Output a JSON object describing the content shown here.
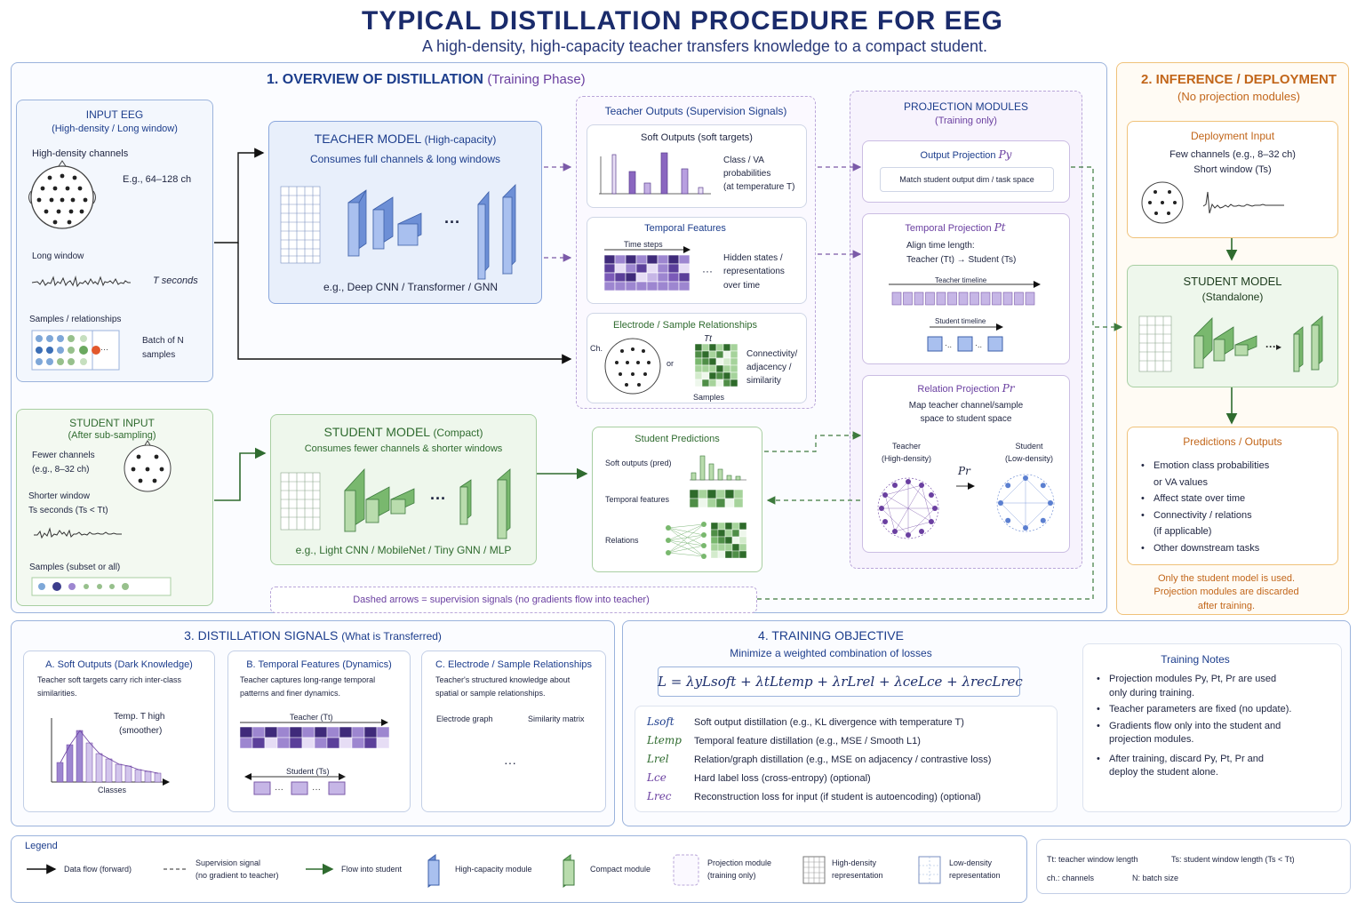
{
  "header": {
    "title": "TYPICAL DISTILLATION PROCEDURE FOR EEG",
    "subtitle": "A high-density, high-capacity teacher transfers knowledge to a compact student."
  },
  "overview": {
    "title": "1. OVERVIEW OF DISTILLATION",
    "phase": "(Training Phase)"
  },
  "input_eeg": {
    "title": "INPUT EEG",
    "sub": "(High-density / Long window)",
    "hd": "High-density channels",
    "eg": "E.g., 64–128 ch",
    "lw": "Long window",
    "tsec": "T seconds",
    "samples": "Samples / relationships",
    "batch1": "Batch of N",
    "batch2": "samples"
  },
  "teacher": {
    "title": "TEACHER MODEL",
    "cap": "(High-capacity)",
    "consumes": "Consumes full channels & long windows",
    "eg": "e.g., Deep CNN / Transformer / GNN",
    "dots": "···"
  },
  "teacher_outputs": {
    "title": "Teacher Outputs (Supervision Signals)",
    "soft": {
      "title": "Soft Outputs (soft targets)",
      "l1": "Class / VA",
      "l2": "probabilities",
      "l3": "(at temperature T)"
    },
    "temporal": {
      "title": "Temporal Features",
      "steps": "Time steps",
      "l1": "Hidden states /",
      "l2": "representations",
      "l3": "over time",
      "dots": "···"
    },
    "rel": {
      "title": "Electrode / Sample Relationships",
      "tt": "Tt",
      "ch": "Ch.",
      "or": "or",
      "l1": "Connectivity/",
      "l2": "adjacency /",
      "l3": "similarity",
      "samples": "Samples"
    }
  },
  "projection": {
    "title": "PROJECTION MODULES",
    "sub": "(Training only)",
    "out": {
      "title": "Output Projection",
      "sym": "Py",
      "desc": "Match student output dim / task space"
    },
    "temp": {
      "title": "Temporal Projection",
      "sym": "Pt",
      "l1": "Align time length:",
      "l2": "Teacher (Tt) → Student (Ts)",
      "tl": "Teacher timeline",
      "sl": "Student timeline"
    },
    "rel": {
      "title": "Relation Projection",
      "sym": "Pr",
      "l1": "Map teacher channel/sample",
      "l2": "space to student space",
      "teacher": "Teacher",
      "teacher2": "(High-density)",
      "student": "Student",
      "student2": "(Low-density)",
      "pr": "Pr"
    }
  },
  "student_input": {
    "title": "STUDENT INPUT",
    "sub": "(After sub-sampling)",
    "fc": "Fewer channels",
    "eg": "(e.g., 8–32 ch)",
    "sw": "Shorter window",
    "ts": "Ts seconds (Ts < Tt)",
    "samples": "Samples (subset or all)",
    "dots": "···"
  },
  "student": {
    "title": "STUDENT MODEL",
    "cap": "(Compact)",
    "consumes": "Consumes fewer channels & shorter windows",
    "eg": "e.g., Light CNN / MobileNet / Tiny GNN / MLP",
    "dots": "···"
  },
  "predictions": {
    "title": "Student Predictions",
    "soft": "Soft outputs (pred)",
    "temp": "Temporal features",
    "rel": "Relations"
  },
  "dashed_note": "Dashed arrows = supervision signals (no gradients flow into teacher)",
  "inference": {
    "title": "2. INFERENCE / DEPLOYMENT",
    "sub": "(No projection modules)",
    "dep": {
      "title": "Deployment Input",
      "l1": "Few channels (e.g., 8–32 ch)",
      "l2": "Short window (Ts)"
    },
    "stu": {
      "title": "STUDENT MODEL",
      "sub": "(Standalone)"
    },
    "pred": {
      "title": "Predictions / Outputs",
      "items": [
        "Emotion class probabilities",
        "or VA values",
        "Affect state over time",
        "Connectivity / relations",
        "(if applicable)",
        "Other downstream tasks"
      ]
    },
    "note": [
      "Only the student model is used.",
      "Projection modules are discarded",
      "after training."
    ]
  },
  "signals": {
    "title": "3. DISTILLATION SIGNALS",
    "what": "(What is Transferred)",
    "a": {
      "title": "A. Soft Outputs (Dark Knowledge)",
      "l1": "Teacher soft targets carry rich inter-class",
      "l2": "similarities.",
      "temp1": "Temp. T high",
      "temp2": "(smoother)",
      "classes": "Classes"
    },
    "b": {
      "title": "B. Temporal Features (Dynamics)",
      "l1": "Teacher captures long-range temporal",
      "l2": "patterns and finer dynamics.",
      "teacher": "Teacher (Tt)",
      "student": "Student (Ts)"
    },
    "c": {
      "title": "C. Electrode / Sample Relationships",
      "l1": "Teacher's structured knowledge about",
      "l2": "spatial or sample relationships.",
      "graph": "Electrode graph",
      "matrix": "Similarity matrix",
      "dots": "···"
    }
  },
  "objective": {
    "title": "4. TRAINING OBJECTIVE",
    "sub": "Minimize a weighted combination of losses",
    "formula": "L = λyLsoft + λtLtemp + λrLrel + λceLce + λrecLrec",
    "losses": [
      {
        "sym": "Lsoft",
        "desc": "Soft output distillation (e.g., KL divergence with temperature T)"
      },
      {
        "sym": "Ltemp",
        "desc": "Temporal feature distillation (e.g., MSE / Smooth L1)"
      },
      {
        "sym": "Lrel",
        "desc": "Relation/graph distillation (e.g., MSE on adjacency / contrastive loss)"
      },
      {
        "sym": "Lce",
        "desc": "Hard label loss (cross-entropy)  (optional)"
      },
      {
        "sym": "Lrec",
        "desc": "Reconstruction loss for input (if student is autoencoding)  (optional)"
      }
    ]
  },
  "notes": {
    "title": "Training Notes",
    "items": [
      "Projection modules Py, Pt, Pr are used",
      "only during training.",
      "Teacher parameters are fixed (no update).",
      "Gradients flow only into the student and",
      "projection modules.",
      "After training, discard Py, Pt, Pr and",
      "deploy the student alone."
    ]
  },
  "legend": {
    "title": "Legend",
    "items": [
      "Data flow (forward)",
      "Supervision signal",
      "(no gradient to teacher)",
      "Flow into student",
      "High-capacity module",
      "Compact module",
      "Projection module",
      "(training only)",
      "High-density",
      "representation",
      "Low-density",
      "representation"
    ]
  },
  "symbols": {
    "tt": "Tt: teacher window length",
    "ts": "Ts: student window length (Ts < Tt)",
    "ch": "ch.: channels",
    "n": "N: batch size"
  },
  "colors": {
    "blue": "#5b7fd0",
    "green": "#7fb77a",
    "purple": "#7b5aa8",
    "orange": "#e8a23c",
    "navy": "#1b2d6b"
  }
}
